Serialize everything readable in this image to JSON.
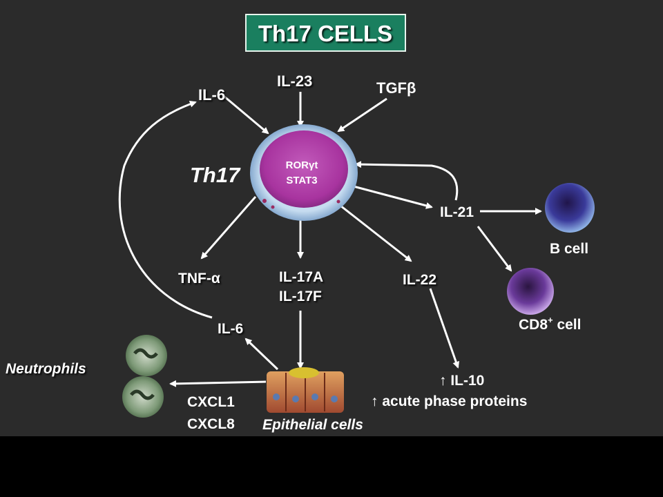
{
  "title": "Th17 CELLS",
  "colors": {
    "background": "#2b2b2b",
    "title_box": "#1a7f5f",
    "th17_cell": "#b23aa8",
    "cell_membrane": "#a9c7e6",
    "b_cell": "#4a4fb0",
    "cd8_cell": "#8a5ab8",
    "neutrophil": "#6f8f6a",
    "text": "#ffffff"
  },
  "central_cell": {
    "name": "Th17",
    "factors": [
      "RORγt",
      "STAT3"
    ]
  },
  "inputs": {
    "il6_top": "IL-6",
    "il23": "IL-23",
    "tgfb": "TGFβ"
  },
  "outputs": {
    "tnfa": "TNF-α",
    "il17a": "IL-17A",
    "il17f": "IL-17F",
    "il22": "IL-22",
    "il21": "IL-21",
    "il6_bottom": "IL-6"
  },
  "targets": {
    "b_cell": "B cell",
    "cd8_base": "CD8",
    "cd8_sup": "+",
    "cd8_tail": " cell",
    "neutrophils": "Neutrophils",
    "epithelial": "Epithelial cells",
    "cxcl1": "CXCL1",
    "cxcl8": "CXCL8"
  },
  "effects": {
    "il10": "↑ IL-10",
    "acute_phase": "↑ acute phase proteins"
  }
}
